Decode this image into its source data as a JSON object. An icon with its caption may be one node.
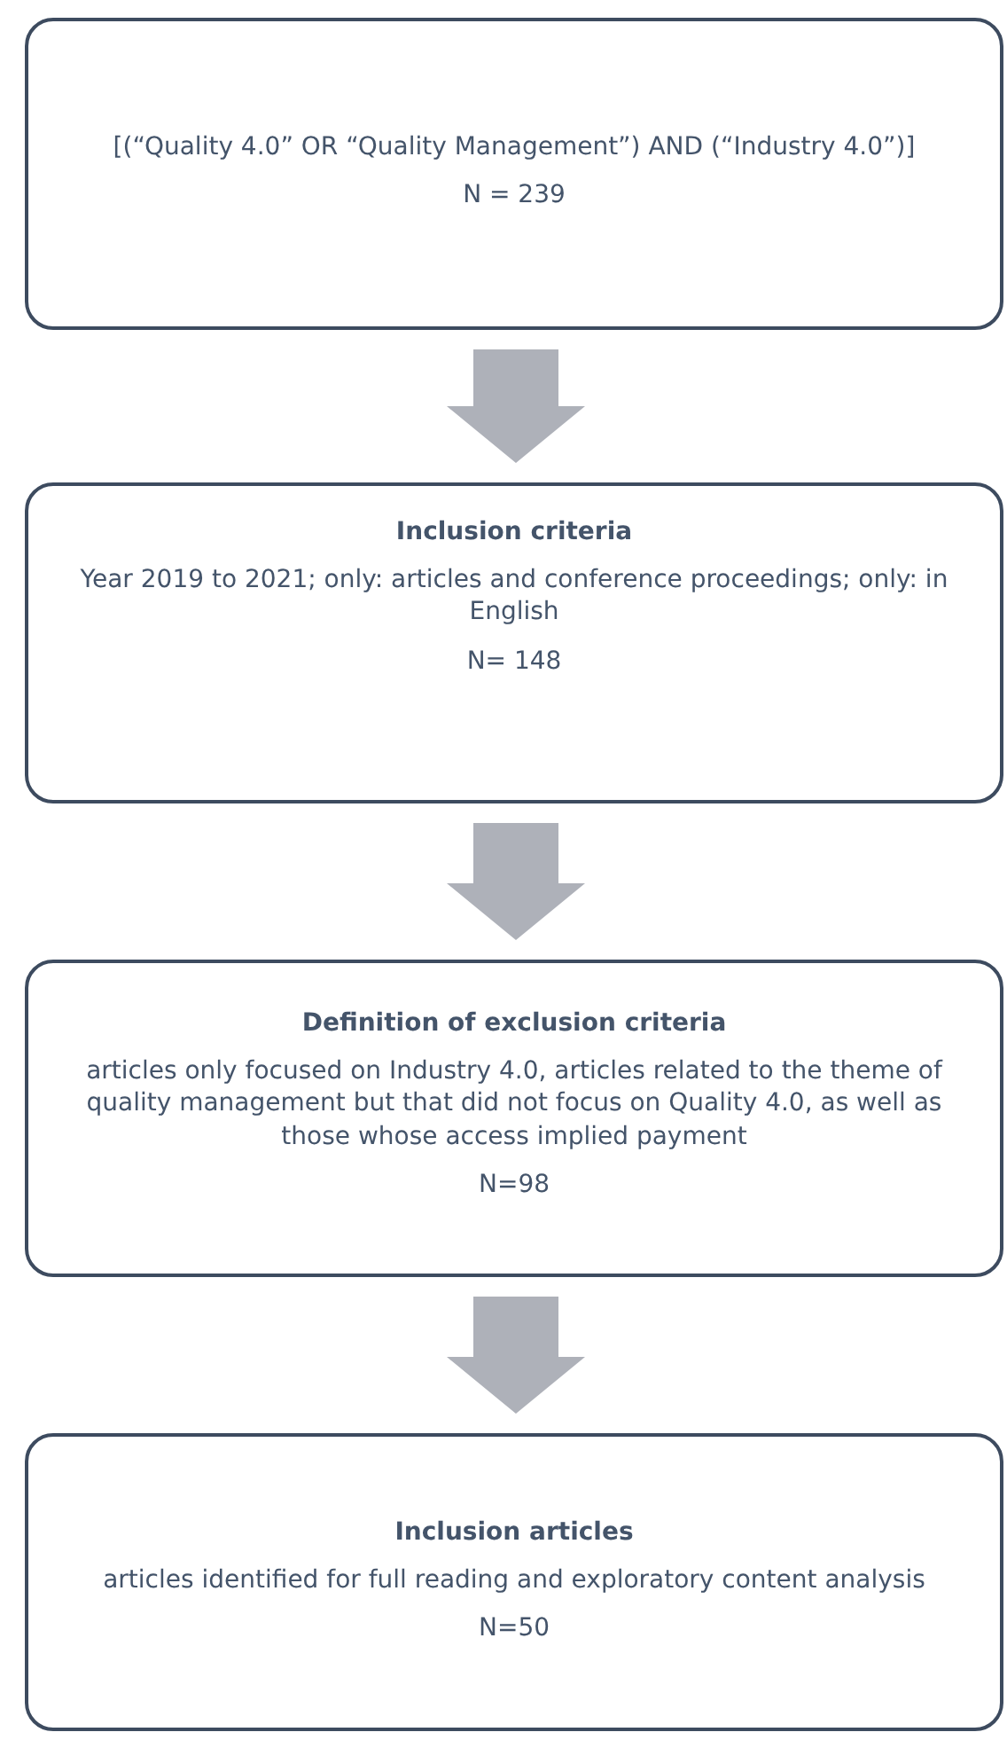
{
  "diagram": {
    "nodes": [
      {
        "text": [
          "[(“Quality 4.0” OR “Quality Management”) AND (“Industry 4.0”)]",
          "N = 239"
        ]
      },
      {
        "text": [
          "Inclusion criteria",
          "Year 2019 to 2021; only: articles and conference proceedings; only: in English",
          "N= 148"
        ]
      },
      {
        "text": [
          "Definition of exclusion criteria",
          "articles only focused on Industry 4.0, articles related to the theme of quality management but that did not focus on Quality 4.0, as well as those whose access implied payment",
          "N=98"
        ]
      },
      {
        "text": [
          "Inclusion articles",
          "articles identified for full reading and exploratory content analysis",
          "N=50"
        ]
      }
    ],
    "edges": [
      {
        "from": 0,
        "to": 1,
        "arrow": "to"
      },
      {
        "from": 1,
        "to": 2,
        "arrow": "to"
      },
      {
        "from": 2,
        "to": 3,
        "arrow": "to"
      }
    ]
  }
}
